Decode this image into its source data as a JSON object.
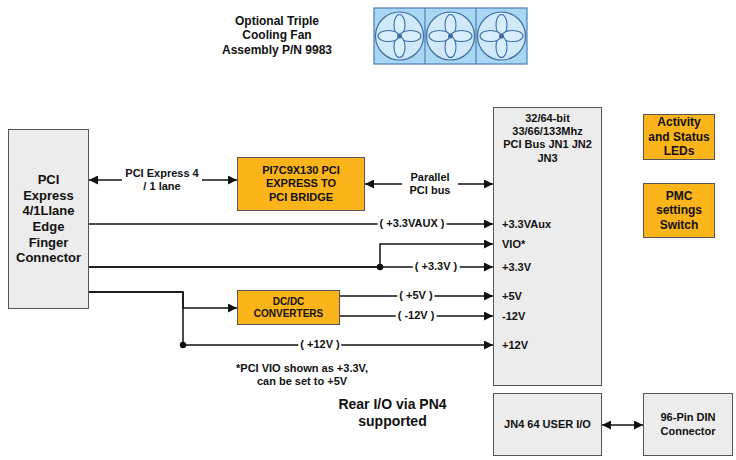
{
  "diagram": {
    "nodes": [
      {
        "text": [
          "PCI Express 4/1Llane Edge Finger Connector"
        ]
      },
      {
        "text": [
          "PI7C9X130 PCI EXPRESS TO PCI BRIDGE"
        ]
      },
      {
        "text": [
          "32/64-bit 33/66/133Mhz PCI Bus JN1 JN2 JN3",
          "+3.3VAux",
          "VIO*",
          "+3.3V",
          "+5V",
          "-12V",
          "+12V"
        ]
      },
      {
        "text": [
          "Activity and Status LEDs"
        ]
      },
      {
        "text": [
          "PMC settings Switch"
        ]
      },
      {
        "text": [
          "DC/DC CONVERTERS"
        ]
      },
      {
        "text": [
          "JN4 64 USER I/O"
        ]
      },
      {
        "text": [
          "96-Pin DIN Connector"
        ]
      }
    ],
    "edges": [
      {
        "from": 0,
        "to": 1,
        "label": "PCI Express 4 / 1 lane",
        "arrow": "both"
      },
      {
        "from": 1,
        "to": 2,
        "label": "Parallel PCI bus",
        "arrow": "both"
      },
      {
        "from": 0,
        "to": 2,
        "label": "( +3.3VAUX )",
        "arrow": "to"
      },
      {
        "from": 0,
        "to": 2,
        "arrow": "to"
      },
      {
        "from": 0,
        "to": 2,
        "label": "( +3.3V )",
        "arrow": "to"
      },
      {
        "from": 0,
        "to": 5,
        "arrow": "to"
      },
      {
        "from": 5,
        "to": 2,
        "label": "( +5V )",
        "arrow": "to"
      },
      {
        "from": 5,
        "to": 2,
        "label": "( -12V )",
        "arrow": "to"
      },
      {
        "from": 0,
        "to": 2,
        "label": "( +12V )",
        "arrow": "to"
      },
      {
        "from": 6,
        "to": 7,
        "arrow": "both"
      }
    ],
    "labels": [
      "Optional Triple Cooling Fan Assembly P/N 9983",
      "*PCI VIO shown as +3.3V, can be set to +5V",
      "Rear I/O via PN4 supported"
    ]
  }
}
